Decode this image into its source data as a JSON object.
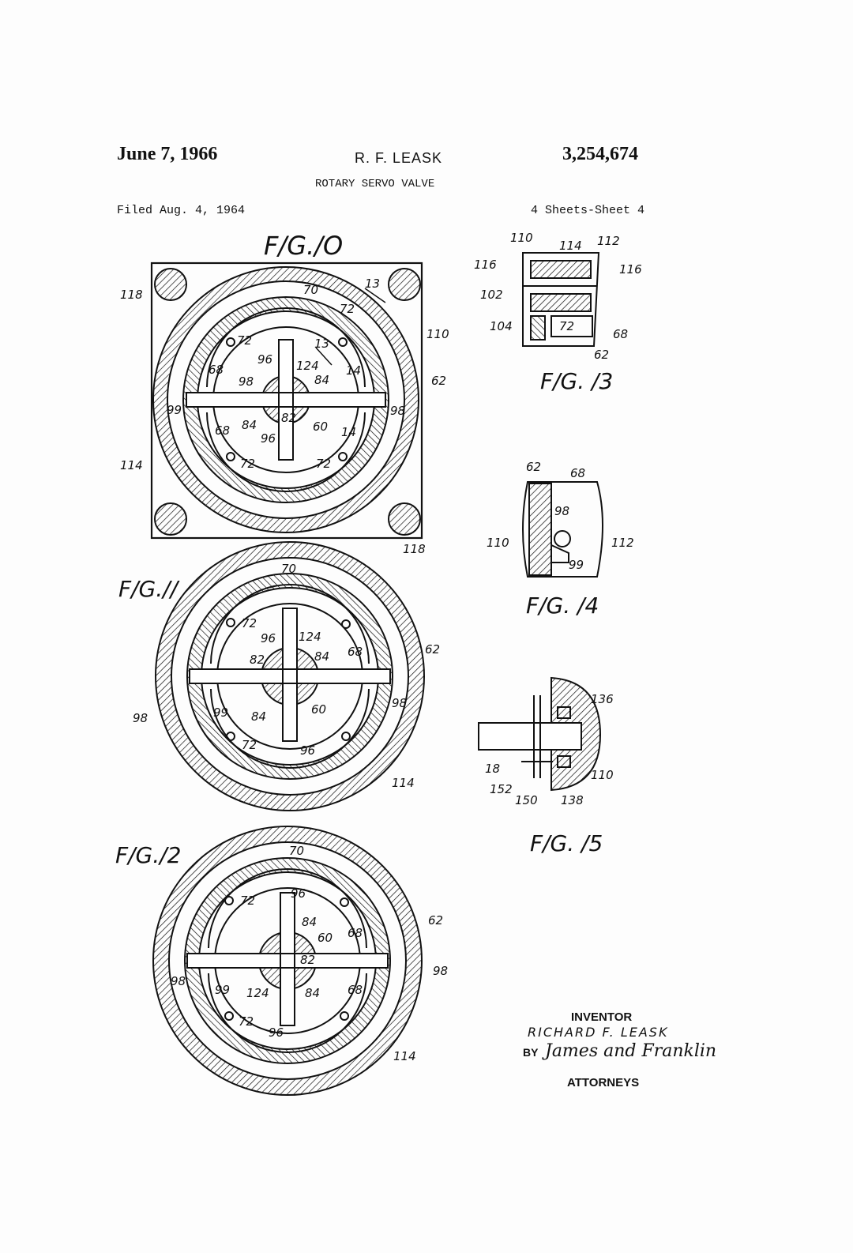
{
  "header": {
    "date": "June 7, 1966",
    "inventor": "R. F. LEASK",
    "patent_number": "3,254,674",
    "title": "ROTARY SERVO VALVE",
    "filed": "Filed Aug. 4, 1964",
    "sheets": "4 Sheets-Sheet 4"
  },
  "figures": {
    "fig10": {
      "caption": "F/G./O",
      "labels": [
        "118",
        "70",
        "13",
        "72",
        "110",
        "72",
        "13",
        "96",
        "124",
        "14",
        "68",
        "98",
        "84",
        "62",
        "99",
        "82",
        "98",
        "68",
        "84",
        "60",
        "14",
        "96",
        "72",
        "72",
        "114",
        "118"
      ]
    },
    "fig11": {
      "caption": "F/G.//",
      "labels": [
        "70",
        "72",
        "96",
        "124",
        "62",
        "82",
        "84",
        "68",
        "98",
        "98",
        "99",
        "84",
        "60",
        "72",
        "96",
        "114"
      ]
    },
    "fig12": {
      "caption": "F/G./2",
      "labels": [
        "70",
        "72",
        "96",
        "62",
        "84",
        "60",
        "68",
        "82",
        "98",
        "98",
        "99",
        "124",
        "84",
        "68",
        "72",
        "96",
        "114"
      ]
    },
    "fig13": {
      "caption": "F/G. /3",
      "labels": [
        "110",
        "114",
        "112",
        "116",
        "116",
        "102",
        "104",
        "72",
        "68",
        "62"
      ]
    },
    "fig14": {
      "caption": "F/G. /4",
      "labels": [
        "62",
        "68",
        "98",
        "110",
        "112",
        "99"
      ]
    },
    "fig15": {
      "caption": "F/G. /5",
      "labels": [
        "136",
        "18",
        "110",
        "152",
        "150",
        "138"
      ]
    }
  },
  "signature": {
    "inventor_heading": "INVENTOR",
    "inventor_name": "RICHARD F. LEASK",
    "by": "BY",
    "attorney_signature": "James and Franklin",
    "attorneys": "ATTORNEYS"
  },
  "style": {
    "ink_color": "#111111",
    "paper_color": "#fdfdfd"
  }
}
